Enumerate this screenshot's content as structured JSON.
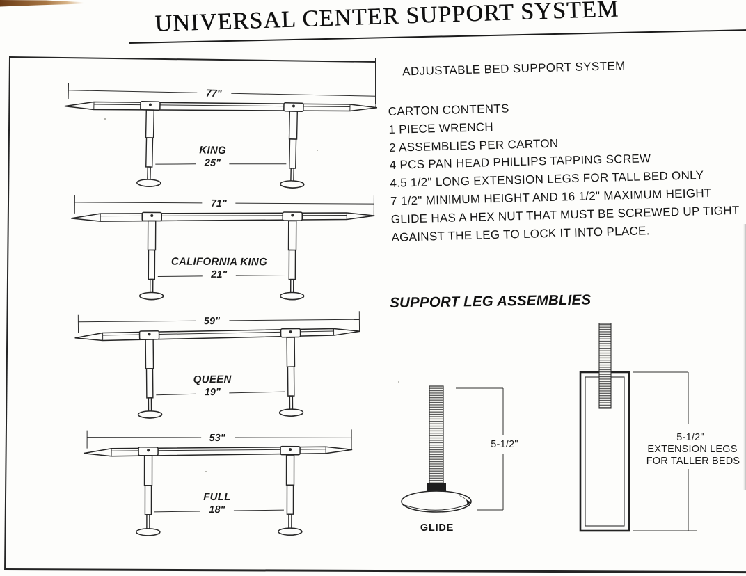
{
  "title": "UNIVERSAL CENTER SUPPORT SYSTEM",
  "right_panel": {
    "heading": "ADJUSTABLE BED SUPPORT SYSTEM",
    "carton": {
      "title": "CARTON CONTENTS",
      "lines": [
        "1 PIECE WRENCH",
        "2 ASSEMBLIES PER CARTON",
        "4 PCS PAN HEAD PHILLIPS TAPPING SCREW",
        "4.5 1/2\" LONG EXTENSION LEGS FOR TALL BED ONLY",
        "7 1/2\" MINIMUM HEIGHT AND 16 1/2\" MAXIMUM HEIGHT",
        "GLIDE HAS A HEX NUT THAT MUST BE SCREWED UP TIGHT",
        "AGAINST THE LEG TO LOCK IT INTO PLACE."
      ]
    },
    "assemblies_heading": "SUPPORT LEG ASSEMBLIES"
  },
  "diagrams": {
    "beds": [
      {
        "name": "KING",
        "bar_length": "77\"",
        "leg_spacing": "25\""
      },
      {
        "name": "CALIFORNIA KING",
        "bar_length": "71\"",
        "leg_spacing": "21\""
      },
      {
        "name": "QUEEN",
        "bar_length": "59\"",
        "leg_spacing": "19\""
      },
      {
        "name": "FULL",
        "bar_length": "53\"",
        "leg_spacing": "18\""
      }
    ],
    "glide": {
      "label": "GLIDE",
      "height": "5-1/2\""
    },
    "extension": {
      "height": "5-1/2\"",
      "label_line1": "EXTENSION LEGS",
      "label_line2": "FOR TALLER BEDS"
    }
  },
  "colors": {
    "ink": "#1c1c1c",
    "paper": "#fdfdfb",
    "scan_streak": "#8a5526"
  }
}
